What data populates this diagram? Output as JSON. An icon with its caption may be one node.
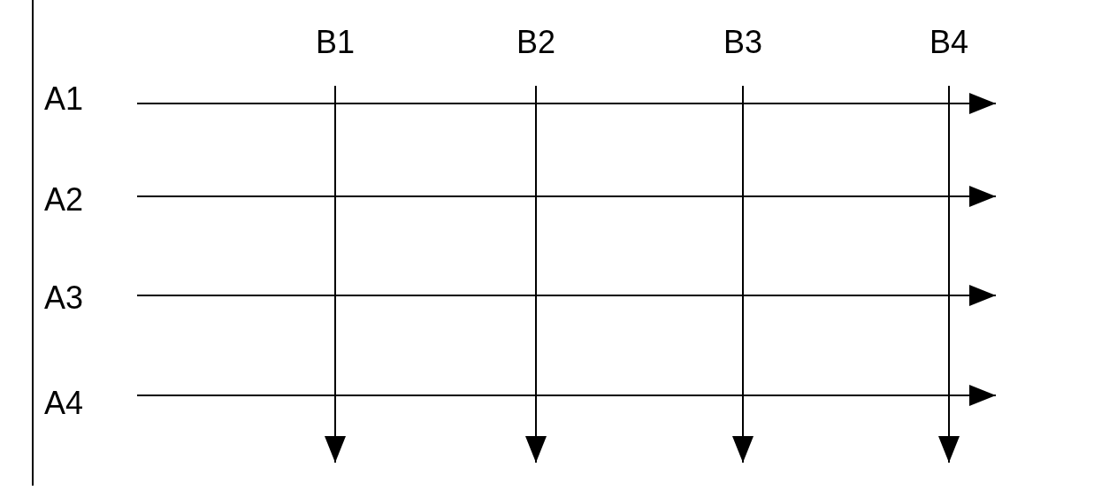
{
  "diagram": {
    "nodes": [
      {
        "text": [
          "A1"
        ]
      },
      {
        "text": [
          "A2"
        ]
      },
      {
        "text": [
          "A3"
        ]
      },
      {
        "text": [
          "A4"
        ]
      },
      {
        "text": [
          "B1"
        ]
      },
      {
        "text": [
          "B2"
        ]
      },
      {
        "text": [
          "B3"
        ]
      },
      {
        "text": [
          "B4"
        ]
      }
    ],
    "edges": [
      {
        "from": 0,
        "to": null,
        "arrow": "to"
      },
      {
        "from": 1,
        "to": null,
        "arrow": "to"
      },
      {
        "from": 2,
        "to": null,
        "arrow": "to"
      },
      {
        "from": 3,
        "to": null,
        "arrow": "to"
      },
      {
        "from": 4,
        "to": null,
        "arrow": "to"
      },
      {
        "from": 5,
        "to": null,
        "arrow": "to"
      },
      {
        "from": 6,
        "to": null,
        "arrow": "to"
      },
      {
        "from": 7,
        "to": null,
        "arrow": "to"
      }
    ]
  }
}
